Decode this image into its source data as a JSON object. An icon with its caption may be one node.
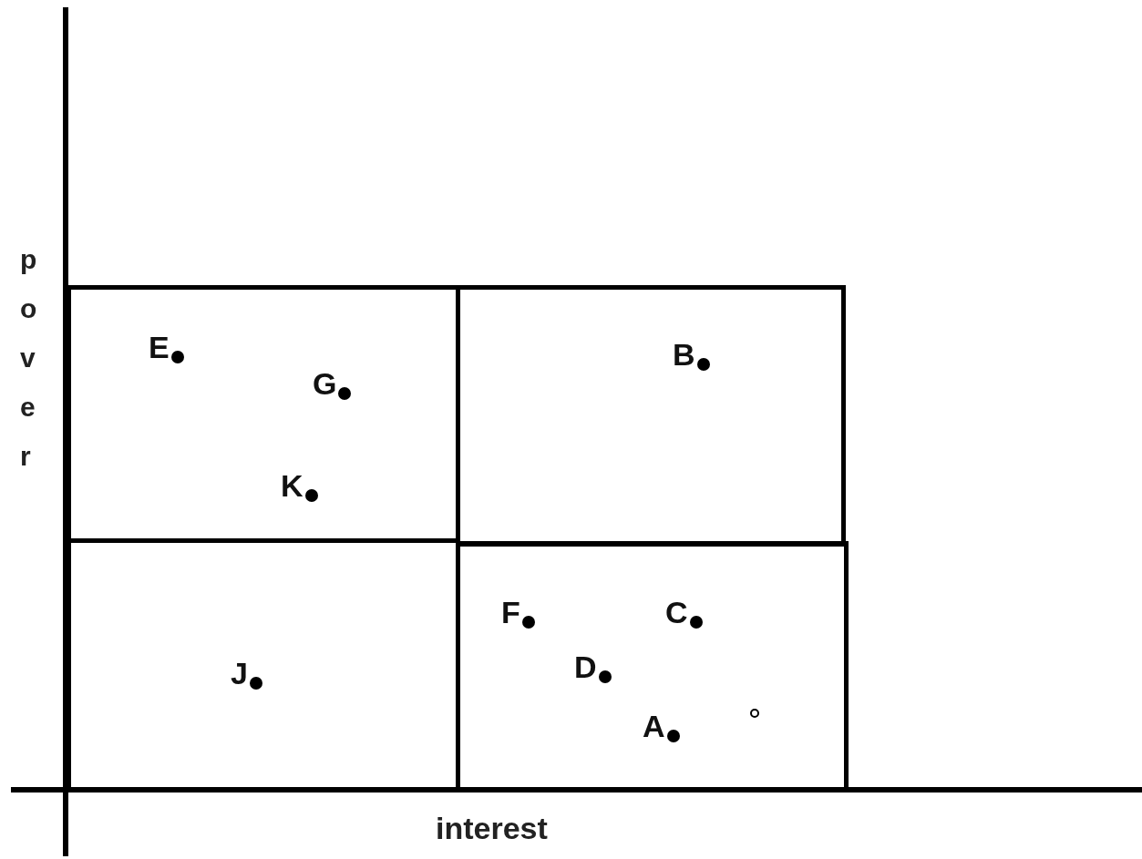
{
  "diagram": {
    "nodes": [
      {
        "text": [],
        "shape": "box"
      },
      {
        "text": [
          "E"
        ],
        "in": 0
      },
      {
        "text": [
          "G"
        ],
        "in": 0
      },
      {
        "text": [
          "K"
        ],
        "in": 0
      },
      {
        "text": [],
        "shape": "box"
      },
      {
        "text": [
          "B"
        ],
        "in": 4
      },
      {
        "text": [],
        "shape": "box"
      },
      {
        "text": [
          "J"
        ],
        "in": 6
      },
      {
        "text": [],
        "shape": "box"
      },
      {
        "text": [
          "F"
        ],
        "in": 8
      },
      {
        "text": [
          "C"
        ],
        "in": 8
      },
      {
        "text": [
          "D"
        ],
        "in": 8
      },
      {
        "text": [
          "A"
        ],
        "in": 8
      }
    ],
    "edges": [],
    "labels": [
      "pover",
      "interest"
    ]
  }
}
